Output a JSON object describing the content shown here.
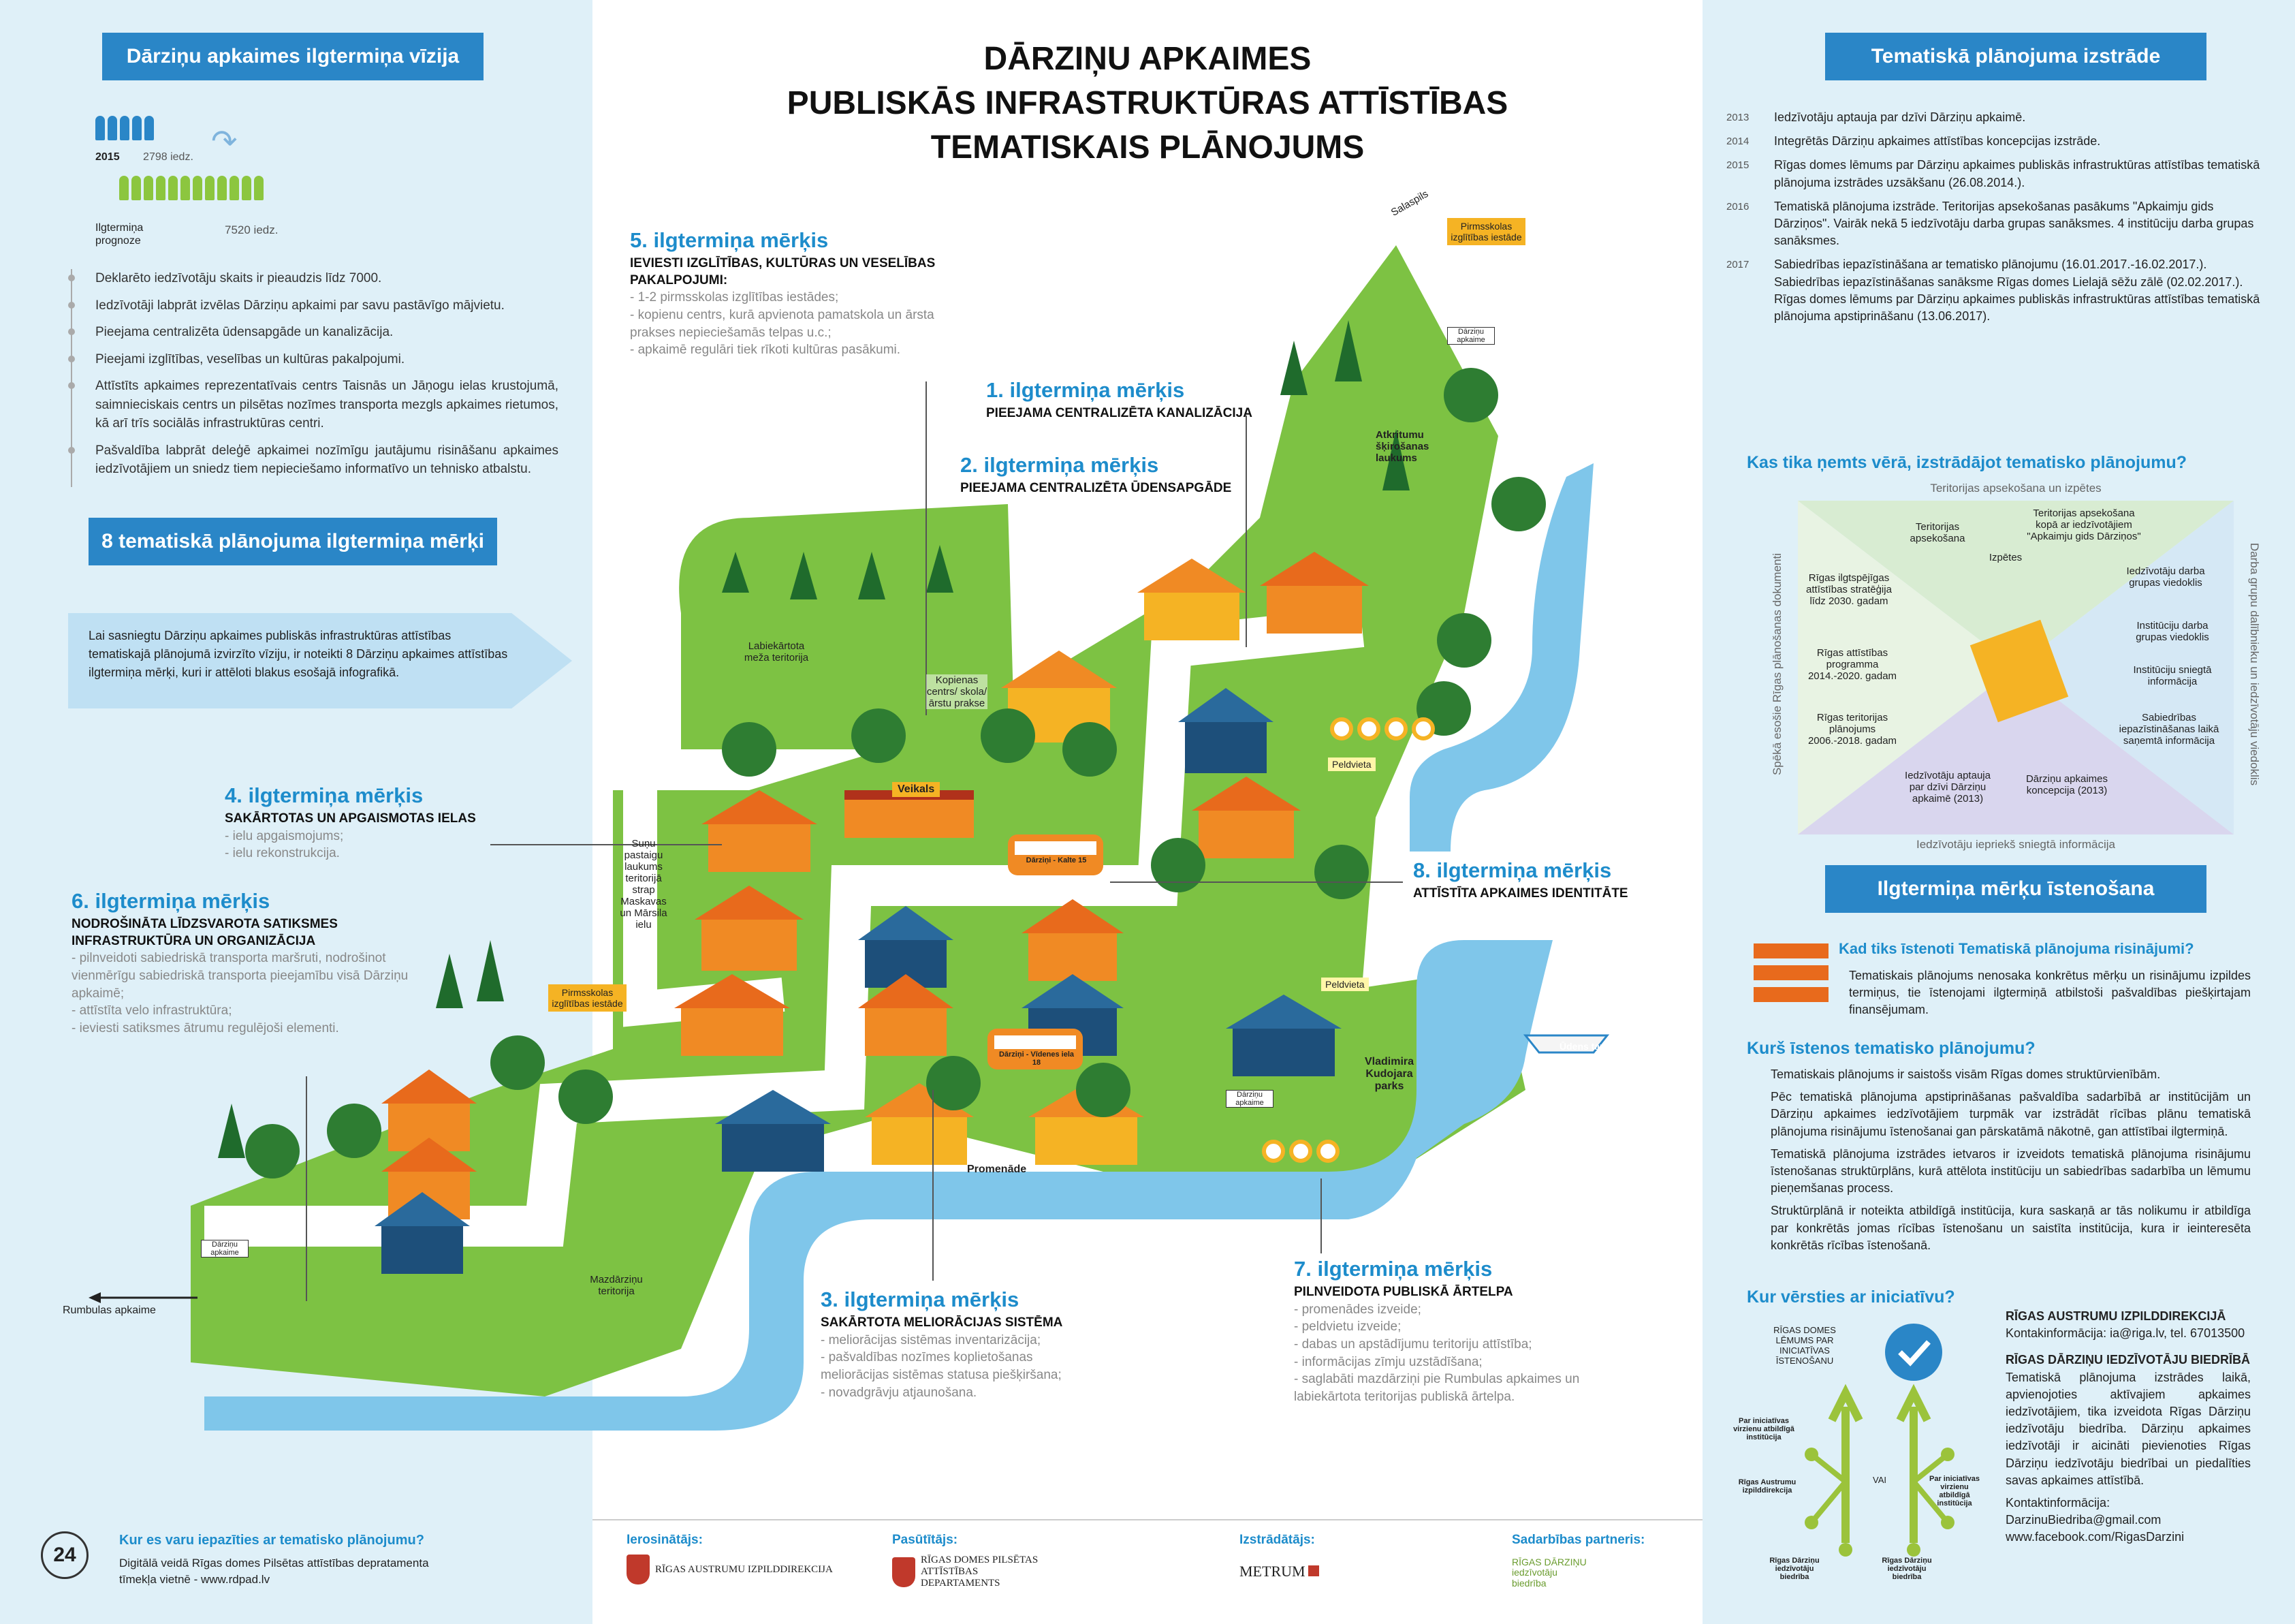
{
  "title": [
    "DĀRZIŅU APKAIMES",
    "PUBLISKĀS INFRASTRUKTŪRAS ATTĪSTĪBAS",
    "TEMATISKAIS PLĀNOJUMS"
  ],
  "left": {
    "vision_ribbon": "Dārziņu apkaimes ilgtermiņa vīzija",
    "stats": {
      "year": "2015",
      "now": "2798 iedz.",
      "forecast_label": "Ilgtermiņa prognoze",
      "forecast": "7520 iedz."
    },
    "vision_items": [
      "Deklarēto iedzīvotāju skaits ir pieaudzis līdz 7000.",
      "Iedzīvotāji labprāt izvēlas Dārziņu apkaimi par savu pastāvīgo mājvietu.",
      "Pieejama centralizēta ūdensapgāde un kanalizācija.",
      "Pieejami izglītības, veselības un kultūras pakalpojumi.",
      "Attīstīts apkaimes reprezentatīvais centrs Taisnās un Jāņogu ielas krustojumā, saimnieciskais centrs un pilsētas nozīmes transporta mezgls apkaimes rietumos, kā arī trīs sociālās infrastruktūras centri.",
      "Pašvaldība labprāt deleģē apkaimei nozīmīgu jautājumu risināšanu apkaimes iedzīvotājiem un sniedz tiem nepieciešamo informatīvo un tehnisko atbalstu."
    ],
    "goals_ribbon": "8 tematiskā plānojuma ilgtermiņa mērķi",
    "goals_intro": "Lai sasniegtu Dārziņu apkaimes publiskās infrastruktūras attīstības tematiskajā plānojumā izvirzīto vīziju, ir noteikti 8 Dārziņu apkaimes attīstības ilgtermiņa mērķi, kuri ir attēloti blakus esošajā infografikā.",
    "footer_q": "Kur es varu iepazīties ar tematisko plānojumu?",
    "footer_a": "Digitālā veidā Rīgas domes Pilsētas attīstības depratamenta tīmekļa vietnē - www.rdpad.lv"
  },
  "goals": {
    "g1": {
      "title": "1. ilgtermiņa mērķis",
      "sub": "PIEEJAMA CENTRALIZĒTA KANALIZĀCIJA"
    },
    "g2": {
      "title": "2. ilgtermiņa mērķis",
      "sub": "PIEEJAMA CENTRALIZĒTA ŪDENSAPGĀDE"
    },
    "g3": {
      "title": "3. ilgtermiņa mērķis",
      "sub": "SAKĀRTOTA MELIORĀCIJAS SISTĒMA",
      "items": [
        "- meliorācijas sistēmas inventarizācija;",
        "- pašvaldības nozīmes koplietošanas meliorācijas sistēmas statusa piešķiršana;",
        "- novadgrāvju atjaunošana."
      ]
    },
    "g4": {
      "title": "4. ilgtermiņa mērķis",
      "sub": "SAKĀRTOTAS UN APGAISMOTAS IELAS",
      "items": [
        "- ielu apgaismojums;",
        "- ielu rekonstrukcija."
      ]
    },
    "g5": {
      "title": "5. ilgtermiņa mērķis",
      "sub": "IEVIESTI IZGLĪTĪBAS, KULTŪRAS UN VESELĪBAS PAKALPOJUMI:",
      "items": [
        "- 1-2 pirmsskolas izglītības iestādes;",
        "- kopienu centrs, kurā apvienota pamatskola un ārsta prakses nepieciešamās telpas u.c.;",
        "- apkaimē regulāri tiek rīkoti kultūras pasākumi."
      ]
    },
    "g6": {
      "title": "6. ilgtermiņa mērķis",
      "sub": "NODROŠINĀTA LĪDZSVAROTA SATIKSMES INFRASTRUKTŪRA UN ORGANIZĀCIJA",
      "items": [
        "- pilnveidoti sabiedriskā transporta maršruti, nodrošinot vienmērīgu sabiedriskā transporta pieejamību visā Dārziņu apkaimē;",
        "- attīstīta velo infrastruktūra;",
        "- ieviesti satiksmes ātrumu regulējoši elementi."
      ]
    },
    "g7": {
      "title": "7. ilgtermiņa mērķis",
      "sub": "PILNVEIDOTA PUBLISKĀ ĀRTELPA",
      "items": [
        "- promenādes izveide;",
        "- peldvietu izveide;",
        "- dabas un apstādījumu teritoriju attīstība;",
        "- informācijas zīmju uzstādīšana;",
        "- saglabāti mazdārziņi pie Rumbulas apkaimes un labiekārtota teritorijas publiskā ārtelpa."
      ]
    },
    "g8": {
      "title": "8. ilgtermiņa mērķis",
      "sub": "ATTĪSTĪTA APKAIMES IDENTITĀTE"
    }
  },
  "map_labels": {
    "salaspils": "Salaspils",
    "pirmsskola": "Pirmsskolas izglītības iestāde",
    "darzinu_apkaime": "Dārziņu apkaime",
    "atkritumu": "Atkritumu šķirošanas laukums",
    "mezs": "Labiekārtota meža teritorija",
    "kopienas": "Kopienas centrs/ skola/ ārstu prakse",
    "veikals": "Veikals",
    "sunu": "Suņu pastaigu laukums teritorijā strap Maskavas un Mārsila ielu",
    "peldvieta": "Peldvieta",
    "udens_taxi": "Ūdens taxi",
    "parks": "Vladimira Kudojara parks",
    "promenade": "Promenāde",
    "mazdarzinu": "Mazdārziņu teritorija",
    "rumbulas": "Rumbulas apkaime",
    "bus1": "Dārziņi - Kalte 15",
    "bus2": "Dārziņi - Vīdenes iela 18"
  },
  "right": {
    "ribbon1": "Tematiskā plānojuma izstrāde",
    "timeline": [
      {
        "year": "2013",
        "text": "Iedzīvotāju aptauja par dzīvi Dārziņu apkaimē."
      },
      {
        "year": "2014",
        "text": "Integrētās Dārziņu apkaimes attīstības koncepcijas izstrāde."
      },
      {
        "year": "2015",
        "text": "Rīgas domes lēmums par Dārziņu apkaimes publiskās infrastruktūras attīstības tematiskā plānojuma izstrādes uzsākšanu (26.08.2014.)."
      },
      {
        "year": "2016",
        "text": "Tematiskā plānojuma izstrāde. Teritorijas apsekošanas pasākums \"Apkaimju gids Dārziņos\". Vairāk nekā 5 iedzīvotāju darba grupas sanāksmes. 4 institūciju darba grupas sanāksmes."
      },
      {
        "year": "2017",
        "text": "Sabiedrības iepazīstināšana ar tematisko plānojumu (16.01.2017.-16.02.2017.). Sabiedrības iepazīstināšanas sanāksme Rīgas domes Lielajā sēžu zālē (02.02.2017.). Rīgas domes lēmums par Dārziņu apkaimes publiskās infrastruktūras attīstības tematiskā plānojuma apstiprināšanu (13.06.2017)."
      }
    ],
    "q1": "Kas tika ņemts vērā, izstrādājot tematisko plānojumu?",
    "diagram": {
      "top": "Teritorijas apsekošana un izpētes",
      "bottom": "Iedzīvotāju iepriekš sniegtā informācija",
      "left": "Spēkā esošie Rīgas plānošanas dokumenti",
      "right": "Darba grupu dalībnieku un iedzīvotāju viedoklis",
      "cells": [
        "Teritorijas apsekošana",
        "Izpētes",
        "Teritorijas apsekošana kopā ar iedzīvotājiem \"Apkaimju gids Dārziņos\"",
        "Iedzīvotāju darba grupas viedoklis",
        "Institūciju darba grupas viedoklis",
        "Institūciju sniegtā informācija",
        "Sabiedrības iepazīstināšanas laikā saņemtā informācija",
        "Dārziņu apkaimes koncepcija (2013)",
        "Iedzīvotāju aptauja par dzīvi Dārziņu apkaimē (2013)",
        "Rīgas teritorijas plānojums 2006.-2018. gadam",
        "Rīgas attīstības programma 2014.-2020. gadam",
        "Rīgas ilgtspējīgas attīstības stratēģija līdz 2030. gadam"
      ]
    },
    "ribbon2": "Ilgtermiņa mērķu īstenošana",
    "q2": "Kad tiks īstenoti Tematiskā plānojuma risinājumi?",
    "a2": "Tematiskais plānojums nenosaka konkrētus mērķu un risinājumu izpildes termiņus, tie īstenojami ilgtermiņā atbilstoši pašvaldības piešķirtajam finansējumam.",
    "q3": "Kurš īstenos tematisko plānojumu?",
    "a3": [
      "Tematiskais plānojums ir saistošs visām Rīgas domes struktūrvienībām.",
      "Pēc tematiskā plānojuma apstiprināšanas pašvaldība sadarbībā ar institūcijām un Dārziņu apkaimes iedzīvotājiem turpmāk var izstrādāt rīcības plānu tematiskā plānojuma risinājumu īstenošanai gan pārskatāmā nākotnē, gan attīstībai ilgtermiņā.",
      "Tematiskā plānojuma izstrādes ietvaros ir izveidots tematiskā plānojuma risinājumu īstenošanas struktūrplāns, kurā attēlota institūciju un sabiedrības sadarbība un lēmumu pieņemšanas process.",
      "Struktūrplānā ir noteikta atbildīgā institūcija, kura saskaņā ar tās nolikumu ir atbildīga par konkrētās jomas rīcības īstenošanu un saistīta institūcija, kura ir ieinteresēta konkrētās rīcības īstenošanā."
    ],
    "q4": "Kur vērsties ar iniciatīvu?",
    "flow": {
      "top": "RĪGAS DOMES LĒMUMS PAR INICIATĪVAS ĪSTENOŠANU",
      "l1": "Par iniciatīvas virzienu atbildīgā institūcija",
      "l2": "Rīgas Austrumu izpilddirekcija",
      "vai": "VAI",
      "r1": "Par iniciatīvas virzienu atbildīgā institūcija",
      "b1": "Rīgas Dārziņu iedzīvotāju biedrība",
      "b2": "Rīgas Dārziņu iedzīvotāju biedrība"
    },
    "contact1_title": "RĪGAS AUSTRUMU IZPILDDIREKCIJĀ",
    "contact1_text": "Kontakinformācija: ia@riga.lv, tel. 67013500",
    "contact2_title": "RĪGAS DĀRZIŅU IEDZĪVOTĀJU BIEDRĪBĀ",
    "contact2_text": "Tematiskā plānojuma izstrādes laikā, apvienojoties aktīvajiem apkaimes iedzīvotājiem, tika izveidota Rīgas Dārziņu iedzīvotāju biedrība. Dārziņu apkaimes iedzīvotāji ir aicināti pievienoties Rīgas Dārziņu iedzīvotāju biedrībai un piedalīties savas apkaimes attīstībā.",
    "contact2_info": "Kontaktinformācija: DarzinuBiedriba@gmail.com www.facebook.com/RigasDarzini"
  },
  "footer": {
    "iero": "Ierosinātājs:",
    "iero_org": "RĪGAS AUSTRUMU IZPILDDIREKCIJA",
    "pasut": "Pasūtītājs:",
    "pasut_org": "RĪGAS DOMES PILSĒTAS ATTĪSTĪBAS DEPARTAMENTS",
    "izstr": "Izstrādātājs:",
    "izstr_org": "METRUM",
    "sadarb": "Sadarbības partneris:",
    "sadarb_org": "RĪGAS DĀRZIŅU iedzīvotāju biedrība"
  },
  "colors": {
    "blue": "#2a86c7",
    "green": "#8cc63f",
    "grass": "#7dc243",
    "river": "#7fc6ea",
    "orange": "#f39c2b",
    "darkgreen": "#2e7d32"
  }
}
